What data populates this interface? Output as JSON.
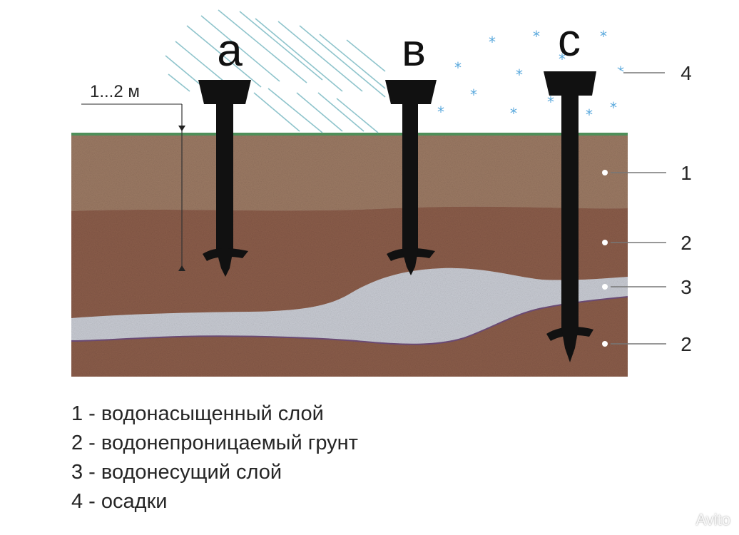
{
  "piles": [
    {
      "key": "a",
      "label": "а"
    },
    {
      "key": "b",
      "label": "в"
    },
    {
      "key": "c",
      "label": "с"
    }
  ],
  "dimension_label": "1...2 м",
  "layer_numbers": [
    "1",
    "2",
    "3",
    "2"
  ],
  "precipitation_number": "4",
  "legend": [
    "1 - водонасыщенный слой",
    "2 - водонепроницаемый грунт",
    "3 - водонесущий слой",
    "4 - осадки"
  ],
  "watermark": "Avito",
  "colors": {
    "topsoil": "#9c7a64",
    "clay": "#8b5d4a",
    "aquifer": "#c9ccd4",
    "grass": "#4f8f5a",
    "pile": "#111111",
    "rain": "#8fc4cc",
    "snow": "#5aa9dd",
    "text": "#262626"
  },
  "icons": {
    "rain": "rain-lines-icon",
    "snow": "snowflake-icon",
    "logo": "avito-logo-icon"
  }
}
